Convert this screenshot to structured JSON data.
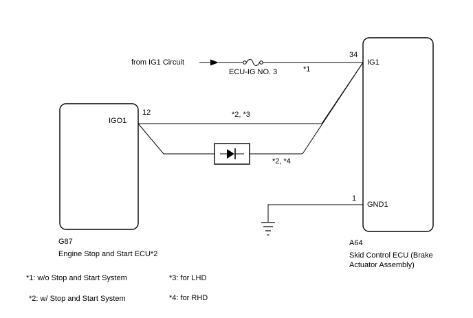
{
  "diagram": {
    "source_label": "from IG1 Circuit",
    "fuse_label": "ECU-IG NO. 3",
    "wire_note_1": "*1",
    "wire_note_lhd": "*2, *3",
    "wire_note_rhd": "*2, *4",
    "left_ecu": {
      "code": "G87",
      "name": "Engine Stop and Start ECU*2",
      "pin_name": "IGO1",
      "pin_number": "12"
    },
    "right_ecu": {
      "code": "A64",
      "name_line1": "Skid Control ECU (Brake",
      "name_line2": "Actuator Assembly)",
      "pin1_name": "IG1",
      "pin1_number": "34",
      "pin2_name": "GND1",
      "pin2_number": "1"
    }
  },
  "notes": {
    "n1": "*1: w/o Stop and Start System",
    "n2": "*2: w/ Stop and Start System",
    "n3": "*3: for LHD",
    "n4": "*4: for RHD"
  }
}
